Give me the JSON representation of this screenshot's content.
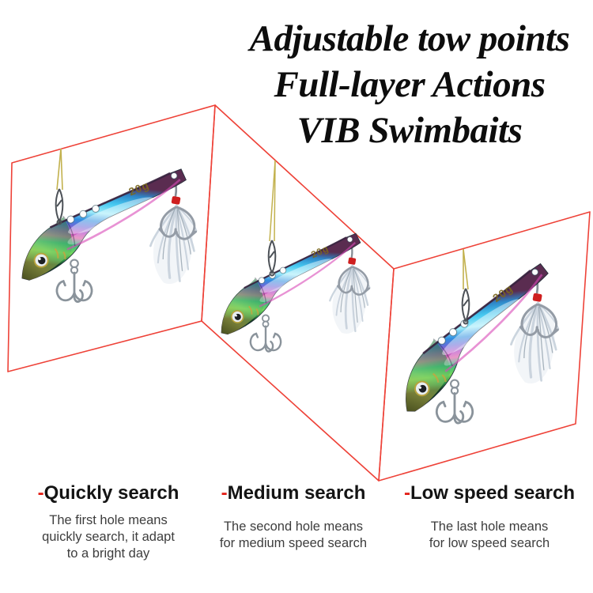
{
  "title": {
    "line1": "Adjustable tow points",
    "line2": "Full-layer Actions",
    "line3": "VIB Swimbaits"
  },
  "lure_weight_label": "20g",
  "captions": [
    {
      "dash": "-",
      "heading": "Quickly search",
      "body": "The first hole means\nquickly search, it adapt\nto a bright day"
    },
    {
      "dash": "-",
      "heading": "Medium search",
      "body": "The second hole means\nfor medium speed search"
    },
    {
      "dash": "-",
      "heading": "Low speed search",
      "body": "The last hole means\nfor low speed search"
    }
  ],
  "colors": {
    "panel_outline_red": "#ee4238",
    "caption_dash_red": "#e32119",
    "heading_text": "#141414",
    "body_text": "#3d3d3d",
    "string_yellow": "#c2b14d",
    "feather_red_band": "#cf1f1f",
    "lure_cyan": "#45c8f0",
    "lure_purple": "#c055c8",
    "lure_green": "#74d85c"
  }
}
